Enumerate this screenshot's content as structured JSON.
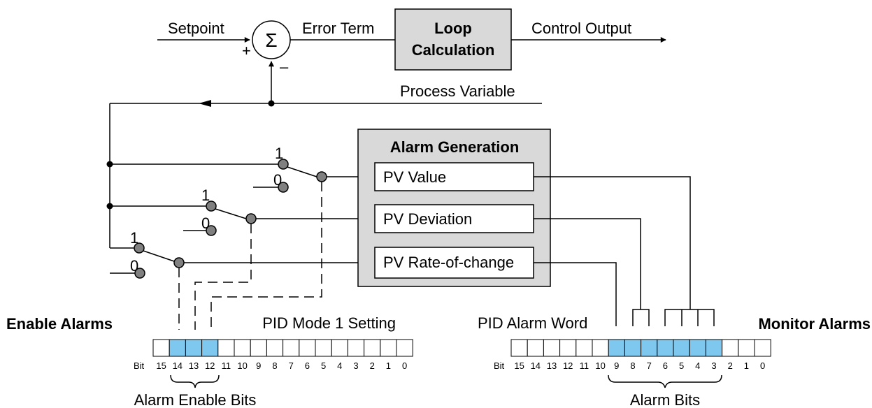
{
  "loop": {
    "setpoint": "Setpoint",
    "plus": "+",
    "minus": "–",
    "sigma": "Σ",
    "error_term": "Error Term",
    "calc_line1": "Loop",
    "calc_line2": "Calculation",
    "control_output": "Control Output",
    "process_variable": "Process Variable"
  },
  "alarm_gen": {
    "title": "Alarm Generation",
    "items": [
      "PV Value",
      "PV Deviation",
      "PV Rate-of-change"
    ]
  },
  "switches": {
    "one": "1",
    "zero": "0"
  },
  "enable": {
    "title": "Enable Alarms",
    "register_label": "PID Mode 1 Setting",
    "bit_word": "Bit",
    "bits": [
      "15",
      "14",
      "13",
      "12",
      "11",
      "10",
      "9",
      "8",
      "7",
      "6",
      "5",
      "4",
      "3",
      "2",
      "1",
      "0"
    ],
    "highlighted_bits": [
      14,
      13,
      12
    ],
    "bracket_label": "Alarm Enable Bits"
  },
  "monitor": {
    "title": "Monitor Alarms",
    "register_label": "PID Alarm Word",
    "bit_word": "Bit",
    "bits": [
      "15",
      "14",
      "13",
      "12",
      "11",
      "10",
      "9",
      "8",
      "7",
      "6",
      "5",
      "4",
      "3",
      "2",
      "1",
      "0"
    ],
    "highlighted_bits": [
      9,
      8,
      7,
      6,
      5,
      4,
      3
    ],
    "bracket_label": "Alarm Bits"
  },
  "colors": {
    "highlight": "#7ec8f0",
    "box_fill": "#d9d9d9",
    "contact": "#808080"
  }
}
